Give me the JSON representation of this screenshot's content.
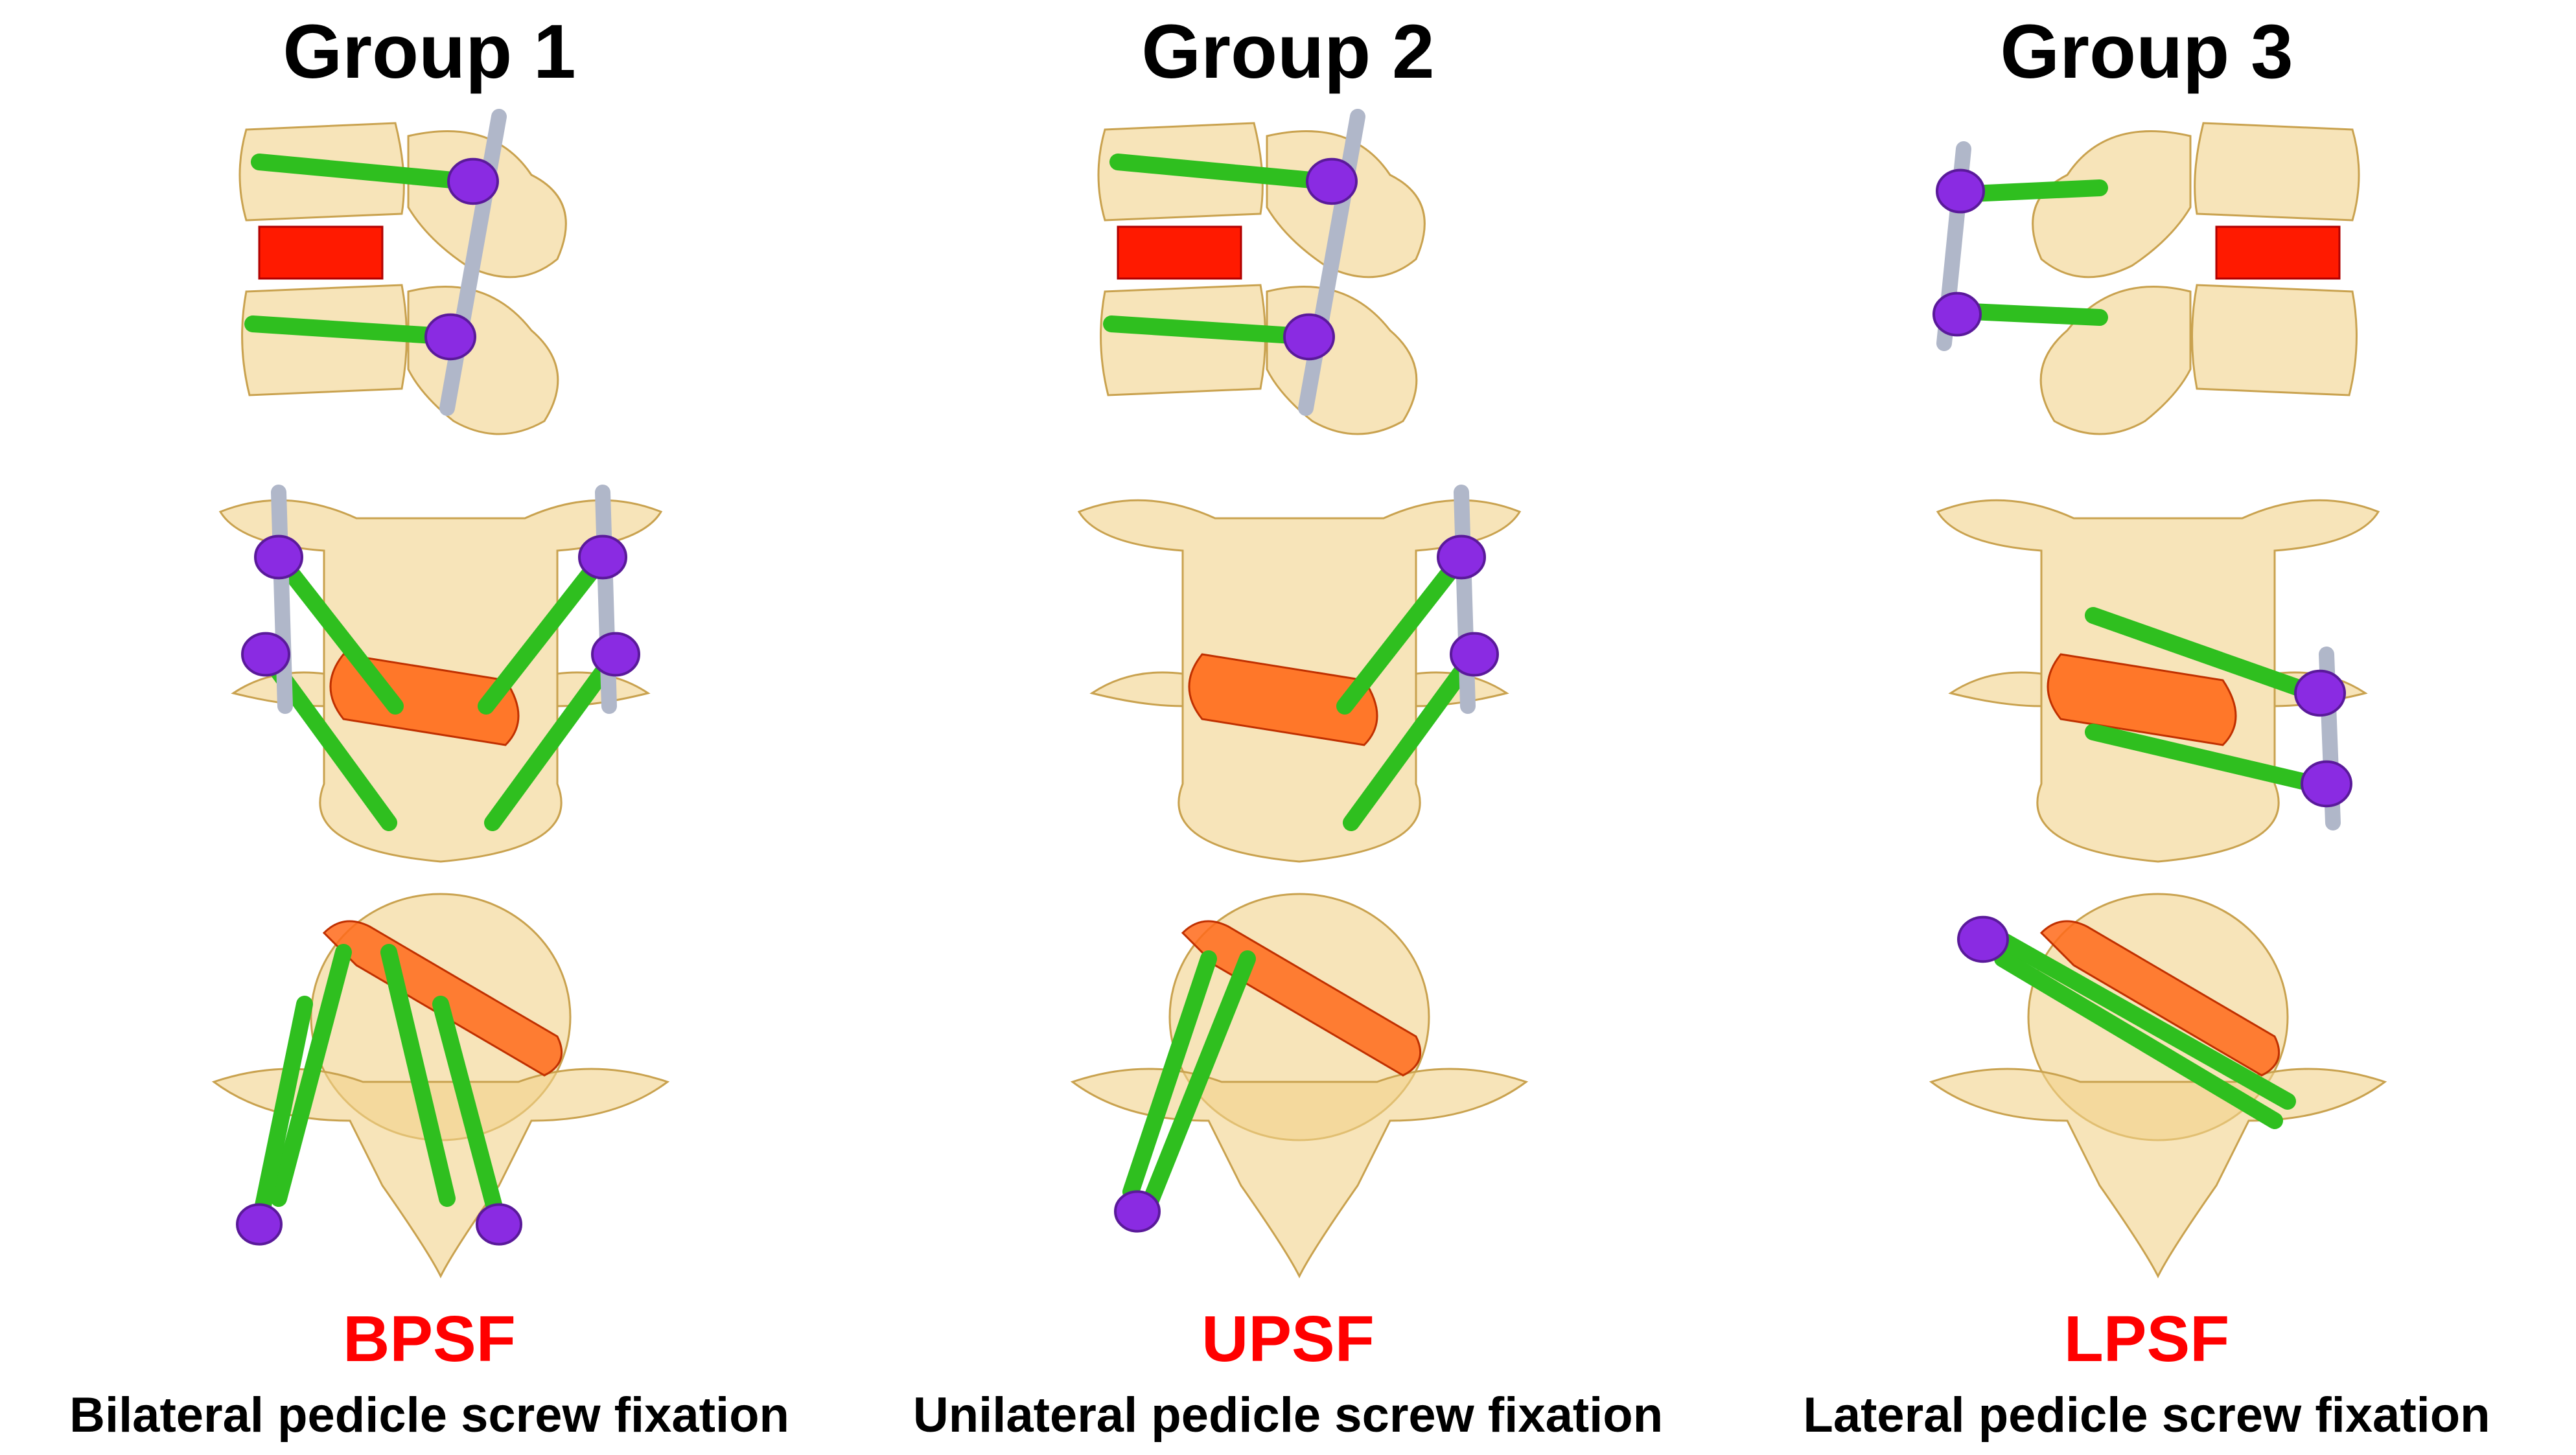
{
  "groups": [
    {
      "title": "Group 1",
      "abbr": "BPSF",
      "description": "Bilateral pedicle screw fixation",
      "fixation": "bilateral"
    },
    {
      "title": "Group 2",
      "abbr": "UPSF",
      "description": "Unilateral pedicle screw fixation",
      "fixation": "unilateral"
    },
    {
      "title": "Group 3",
      "abbr": "LPSF",
      "description": "Lateral pedicle screw fixation",
      "fixation": "lateral"
    }
  ],
  "views": [
    "lateral-view",
    "posterior-view",
    "axial-view"
  ],
  "colors": {
    "bone": "#f2d28a",
    "bone_stroke": "#c9a24f",
    "cage": "#ff1a00",
    "cage_axial": "#ff6a1a",
    "screw": "#2fbf1f",
    "screw_head": "#8a2be2",
    "rod": "#b0b7c9",
    "title_text": "#000000",
    "abbr_text": "#ff0000"
  }
}
